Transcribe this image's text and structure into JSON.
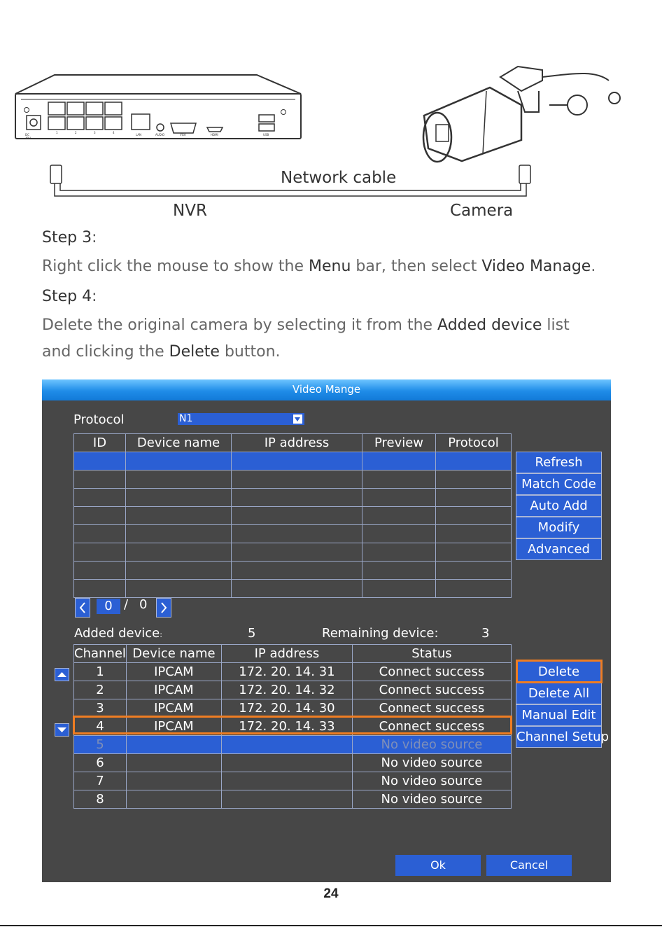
{
  "diagram": {
    "cable_label": "Network cable",
    "nvr_label": "NVR",
    "camera_label": "Camera",
    "port_labels": [
      "DC 48V",
      "LAN",
      "AUDIO",
      "VGA",
      "HDMI",
      "USB"
    ],
    "poe_numbers": [
      "1",
      "2",
      "3",
      "4"
    ]
  },
  "step3": {
    "title": "Step 3",
    "colon": ":",
    "text_before": "Right click the mouse to show the ",
    "hl1": "Menu",
    "text_mid": " bar, then select ",
    "hl2": "Video Manage",
    "text_end": "."
  },
  "step4": {
    "title": "Step 4",
    "colon": ":",
    "text_before": "Delete the original camera by selecting it from the ",
    "hl1": "Added device",
    "text_mid": " list and clicking the ",
    "hl2": "Delete",
    "text_end": " button."
  },
  "video_manage": {
    "title": "Video Mange",
    "protocol_label": "Protocol",
    "protocol_value": "N1",
    "search_table": {
      "headers": [
        "ID",
        "Device name",
        "IP address",
        "Preview",
        "Protocol"
      ],
      "rows": 8
    },
    "side_buttons": [
      "Refresh",
      "Match Code",
      "Auto Add",
      "Modify",
      "Advanced"
    ],
    "pager": {
      "current": "0",
      "separator": "/",
      "total": "0"
    },
    "added_device_label": "Added device",
    "added_device_colon": ":",
    "added_device_count": "5",
    "remaining_label": "Remaining device",
    "remaining_colon": ":",
    "remaining_count": "3",
    "added_table": {
      "headers": [
        "Channel",
        "Device name",
        "IP address",
        "Status"
      ],
      "rows": [
        [
          "1",
          "IPCAM",
          "172. 20. 14. 31",
          "Connect success"
        ],
        [
          "2",
          "IPCAM",
          "172. 20. 14. 32",
          "Connect success"
        ],
        [
          "3",
          "IPCAM",
          "172. 20. 14. 30",
          "Connect success"
        ],
        [
          "4",
          "IPCAM",
          "172. 20. 14. 33",
          "Connect success"
        ],
        [
          "5",
          "",
          "",
          "No video source"
        ],
        [
          "6",
          "",
          "",
          "No video source"
        ],
        [
          "7",
          "",
          "",
          "No video source"
        ],
        [
          "8",
          "",
          "",
          "No video source"
        ]
      ]
    },
    "action_buttons": [
      "Delete",
      "Delete All",
      "Manual Edit",
      "Channel Setup"
    ],
    "ok_label": "Ok",
    "cancel_label": "Cancel"
  },
  "colors": {
    "highlight": "#ef7d22",
    "button_blue": "#2b5fd4",
    "panel_bg": "#474747"
  },
  "page_number": "24"
}
